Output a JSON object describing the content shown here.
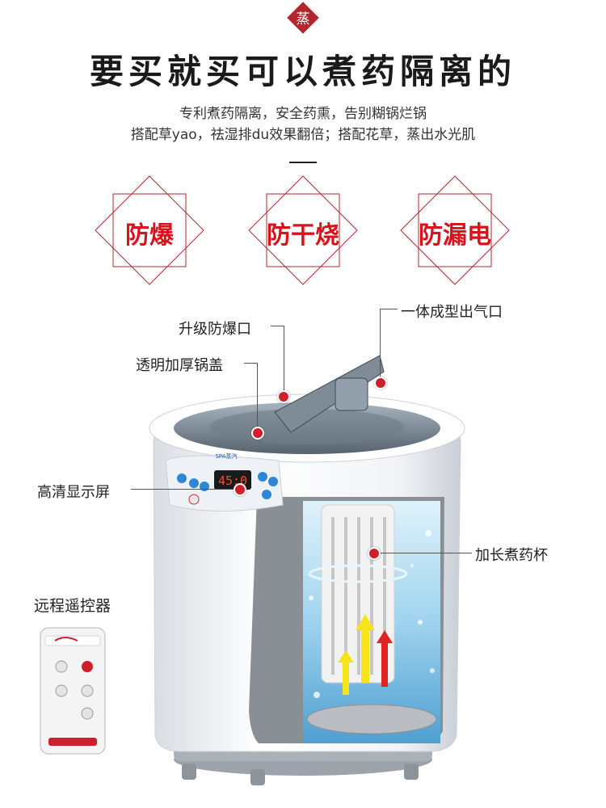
{
  "seal": {
    "char": "蒸"
  },
  "title": "要买就买可以煮药隔离的",
  "subtitle_1": "专利煮药隔离，安全药熏，告别糊锅烂锅",
  "subtitle_2": "搭配草yao，祛湿排du效果翻倍；搭配花草，蒸出水光肌",
  "features": [
    "防爆",
    "防干烧",
    "防漏电"
  ],
  "callouts": {
    "explosion_vent": "升级防爆口",
    "lid": "透明加厚锅盖",
    "outlet": "一体成型出气口",
    "display": "高清显示屏",
    "cup": "加长煮药杯",
    "remote": "远程遥控器"
  },
  "device": {
    "brand": "SPA蒸汽",
    "display_value": "45:0"
  },
  "colors": {
    "accent_red": "#d8121a",
    "diamond_red": "#b3262d",
    "arrow_yellow": "#f6e31a",
    "arrow_red": "#e02424"
  }
}
